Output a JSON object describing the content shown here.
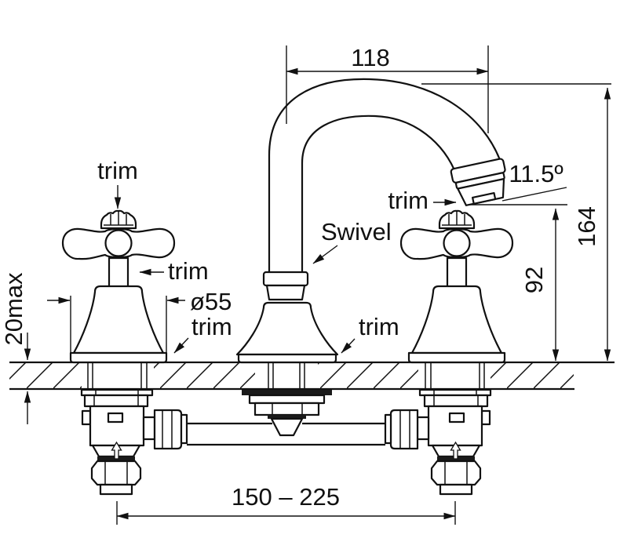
{
  "labels": {
    "trim": "trim",
    "swivel": "Swivel"
  },
  "dimensions": {
    "spout_reach": "118",
    "outlet_angle": "11.5º",
    "overall_height": "164",
    "outlet_height": "92",
    "deck_thickness_max": "20max",
    "base_diameter": "ø55",
    "hole_centres": "150 – 225"
  },
  "colors": {
    "line": "#111111",
    "background": "#ffffff"
  }
}
